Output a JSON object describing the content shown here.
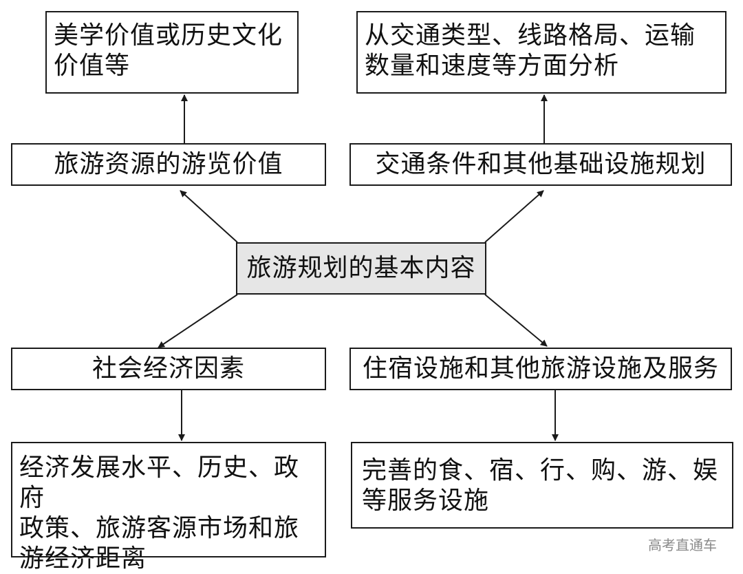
{
  "center": {
    "label": "旅游规划的基本内容"
  },
  "nodes": {
    "tourism_resource": {
      "label": "旅游资源的游览价值"
    },
    "aesthetic_value": {
      "lines": [
        "美学价值或历史文化",
        "价值等"
      ]
    },
    "transport": {
      "label": "交通条件和其他基础设施规划"
    },
    "transport_analysis": {
      "lines": [
        "从交通类型、线路格局、运输",
        "数量和速度等方面分析"
      ]
    },
    "socio_economic": {
      "label": "社会经济因素"
    },
    "economic_details": {
      "lines": [
        "经济发展水平、历史、政府",
        "政策、旅游客源市场和旅",
        "游经济距离"
      ]
    },
    "accommodation": {
      "label": "住宿设施和其他旅游设施及服务"
    },
    "service_details": {
      "lines": [
        "完善的食、宿、行、购、游、娱",
        "等服务设施"
      ]
    }
  },
  "watermark": "高考直通车"
}
